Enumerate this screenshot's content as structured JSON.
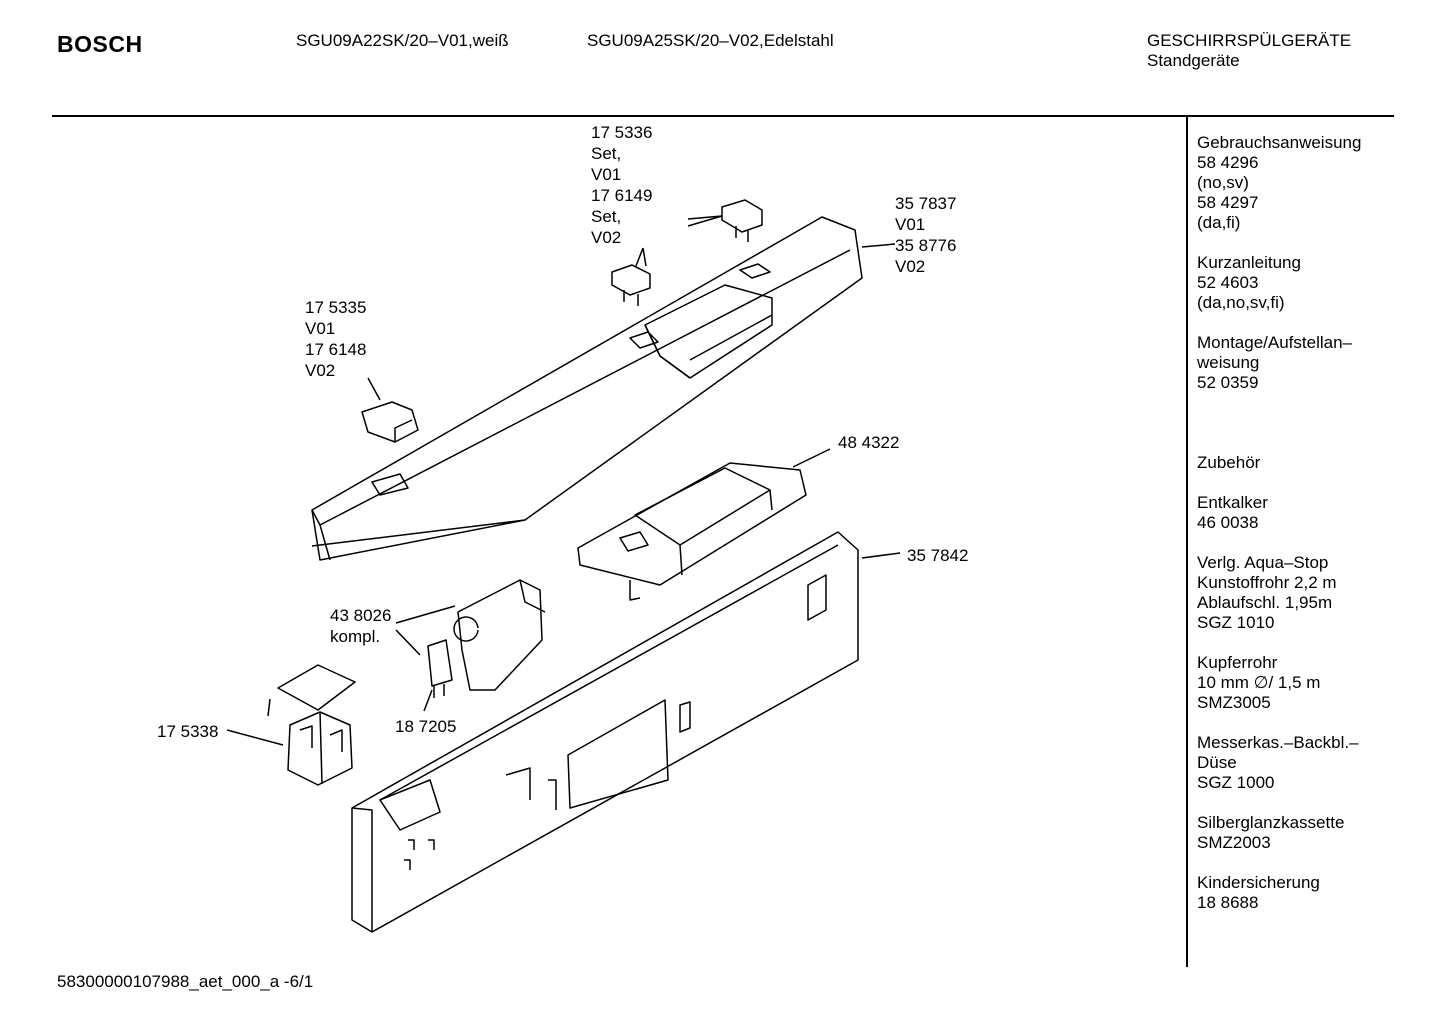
{
  "header": {
    "brand": "BOSCH",
    "model_v01": "SGU09A22SK/20–V01,weiß",
    "model_v02": "SGU09A25SK/20–V02,Edelstahl",
    "category": "GESCHIRRSPÜLGERÄTE",
    "subcategory": "Standgeräte"
  },
  "parts": {
    "p175336": "17 5336\nSet,\nV01\n17 6149\nSet,\nV02",
    "p357837": "35 7837\nV01\n35 8776\nV02",
    "p175335": "17 5335\nV01\n17 6148\nV02",
    "p484322": "48 4322",
    "p357842": "35 7842",
    "p438026": "43 8026\nkompl.",
    "p175338": "17 5338",
    "p187205": "18 7205"
  },
  "sidebar": [
    {
      "title": "Gebrauchsanweisung",
      "lines": [
        "58 4296",
        "(no,sv)",
        "58 4297",
        "(da,fi)"
      ]
    },
    {
      "title": "Kurzanleitung",
      "lines": [
        "52 4603",
        "(da,no,sv,fi)"
      ]
    },
    {
      "title": "Montage/Aufstellan–",
      "lines": [
        "weisung",
        "52 0359"
      ]
    },
    {
      "title": "",
      "lines": []
    },
    {
      "title": "Zubehör",
      "lines": []
    },
    {
      "title": "Entkalker",
      "lines": [
        "46 0038"
      ]
    },
    {
      "title": "Verlg. Aqua–Stop",
      "lines": [
        "Kunstoffrohr 2,2 m",
        "Ablaufschl. 1,95m",
        "SGZ 1010"
      ]
    },
    {
      "title": "Kupferrohr",
      "lines": [
        "10 mm ∅/ 1,5 m",
        "SMZ3005"
      ]
    },
    {
      "title": "Messerkas.–Backbl.–",
      "lines": [
        "Düse",
        "SGZ 1000"
      ]
    },
    {
      "title": "Silberglanzkassette",
      "lines": [
        "SMZ2003"
      ]
    },
    {
      "title": "Kindersicherung",
      "lines": [
        "18 8688"
      ]
    }
  ],
  "footer": {
    "code": "58300000107988_aet_000_a -6/1"
  }
}
